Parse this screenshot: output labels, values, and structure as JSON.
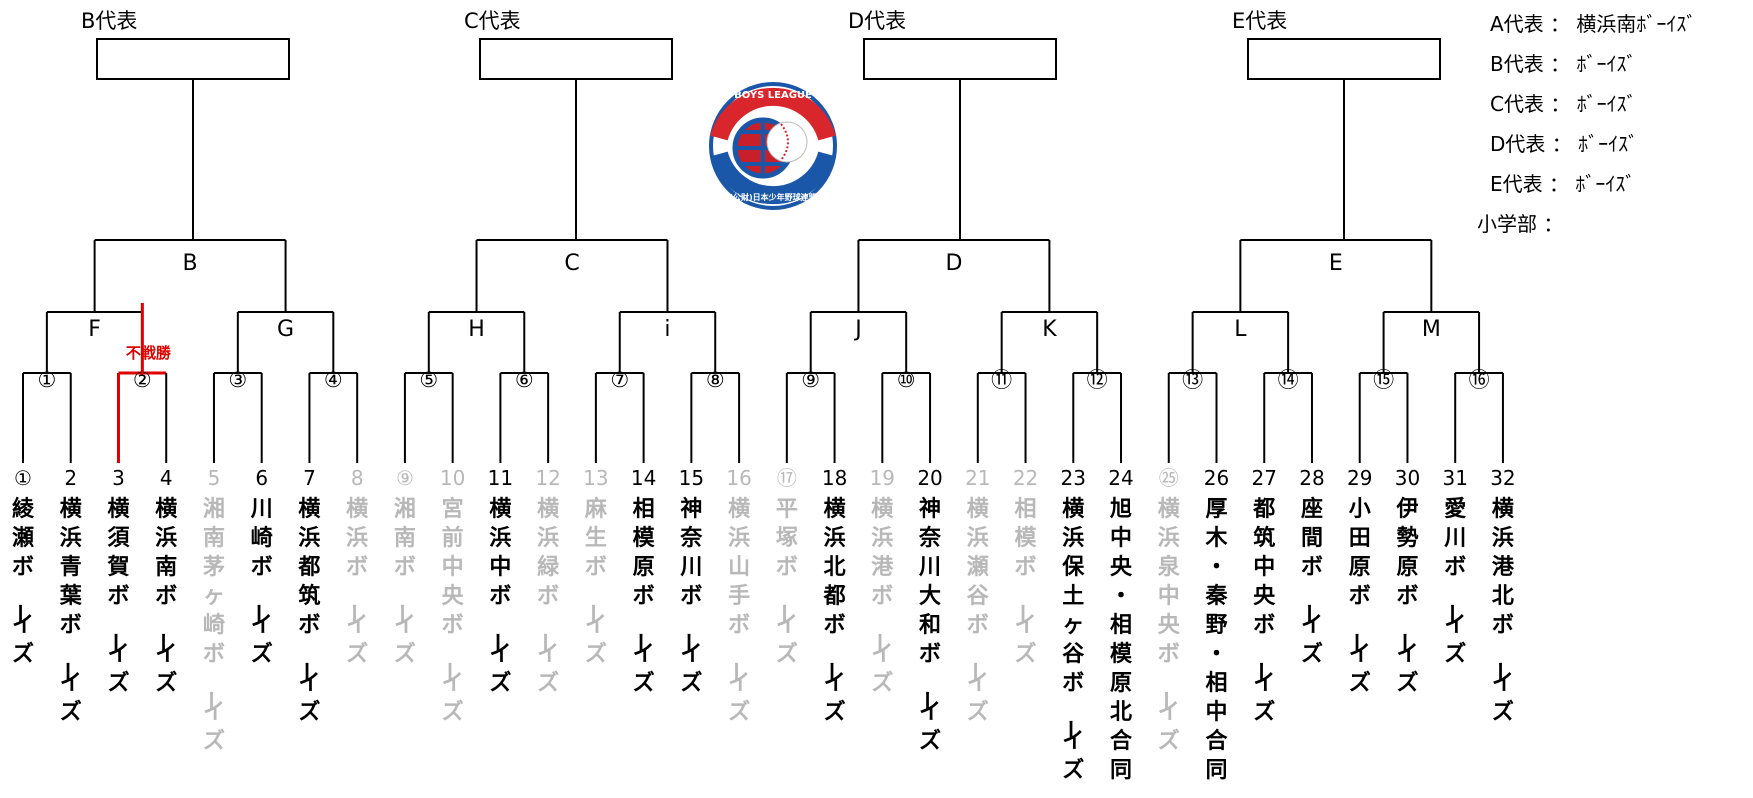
{
  "representatives": [
    "B代表",
    "C代表",
    "D代表",
    "E代表"
  ],
  "groups": [
    "B",
    "C",
    "D",
    "E"
  ],
  "second_round": [
    "F",
    "G",
    "H",
    "i",
    "J",
    "K",
    "L",
    "M"
  ],
  "first_round_labels": [
    "①",
    "②",
    "③",
    "④",
    "⑤",
    "⑥",
    "⑦",
    "⑧",
    "⑨",
    "⑩",
    "⑪",
    "⑫",
    "⑬",
    "⑭",
    "⑮",
    "⑯"
  ],
  "walkover_label": "不戦勝",
  "legend": [
    {
      "label": "A代表",
      "sep": "：",
      "value": "横浜南ﾎﾞｰｲｽﾞ"
    },
    {
      "label": "B代表",
      "sep": "：",
      "value": "ﾎﾞｰｲｽﾞ"
    },
    {
      "label": "C代表",
      "sep": "：",
      "value": "ﾎﾞｰｲｽﾞ"
    },
    {
      "label": "D代表",
      "sep": "：",
      "value": "ﾎﾞｰｲｽﾞ"
    },
    {
      "label": "E代表",
      "sep": "：",
      "value": "ﾎﾞｰｲｽﾞ"
    },
    {
      "label": "小学部",
      "sep": "：",
      "value": ""
    }
  ],
  "logo": {
    "top_text": "BOYS LEAGUE",
    "bottom_text": "(公財)日本少年野球連盟",
    "icon": "boys-league-logo"
  },
  "colors": {
    "line": "#000000",
    "walkover": "#e00000",
    "muted": "#b8b8b8"
  },
  "teams": [
    {
      "seed": "①",
      "name": "綾瀬ボーイズ",
      "muted": false
    },
    {
      "seed": "2",
      "name": "横浜青葉ボーイズ",
      "muted": false
    },
    {
      "seed": "3",
      "name": "横須賀ボーイズ",
      "muted": false
    },
    {
      "seed": "4",
      "name": "横浜南ボーイズ",
      "muted": false
    },
    {
      "seed": "5",
      "name": "湘南茅ヶ崎ボーイズ",
      "muted": true
    },
    {
      "seed": "6",
      "name": "川崎ボーイズ",
      "muted": false
    },
    {
      "seed": "7",
      "name": "横浜都筑ボーイズ",
      "muted": false
    },
    {
      "seed": "8",
      "name": "横浜ボーイズ",
      "muted": true
    },
    {
      "seed": "⑨",
      "name": "湘南ボーイズ",
      "muted": true
    },
    {
      "seed": "10",
      "name": "宮前中央ボーイズ",
      "muted": true
    },
    {
      "seed": "11",
      "name": "横浜中ボーイズ",
      "muted": false
    },
    {
      "seed": "12",
      "name": "横浜緑ボーイズ",
      "muted": true
    },
    {
      "seed": "13",
      "name": "麻生ボーイズ",
      "muted": true
    },
    {
      "seed": "14",
      "name": "相模原ボーイズ",
      "muted": false
    },
    {
      "seed": "15",
      "name": "神奈川ボーイズ",
      "muted": false
    },
    {
      "seed": "16",
      "name": "横浜山手ボーイズ",
      "muted": true
    },
    {
      "seed": "⑰",
      "name": "平塚ボーイズ",
      "muted": true
    },
    {
      "seed": "18",
      "name": "横浜北都ボーイズ",
      "muted": false
    },
    {
      "seed": "19",
      "name": "横浜港ボーイズ",
      "muted": true
    },
    {
      "seed": "20",
      "name": "神奈川大和ボーイズ",
      "muted": false
    },
    {
      "seed": "21",
      "name": "横浜瀬谷ボーイズ",
      "muted": true
    },
    {
      "seed": "22",
      "name": "相模ボーイズ",
      "muted": true
    },
    {
      "seed": "23",
      "name": "横浜保土ヶ谷ボーイズ",
      "muted": false
    },
    {
      "seed": "24",
      "name": "旭中央・相模原北合同",
      "muted": false
    },
    {
      "seed": "㉕",
      "name": "横浜泉中央ボーイズ",
      "muted": true
    },
    {
      "seed": "26",
      "name": "厚木・秦野・相中合同",
      "muted": false
    },
    {
      "seed": "27",
      "name": "都筑中央ボーイズ",
      "muted": false
    },
    {
      "seed": "28",
      "name": "座間ボーイズ",
      "muted": false
    },
    {
      "seed": "29",
      "name": "小田原ボーイズ",
      "muted": false
    },
    {
      "seed": "30",
      "name": "伊勢原ボーイズ",
      "muted": false
    },
    {
      "seed": "31",
      "name": "愛川ボーイズ",
      "muted": false
    },
    {
      "seed": "32",
      "name": "横浜港北ボーイズ",
      "muted": false
    }
  ]
}
